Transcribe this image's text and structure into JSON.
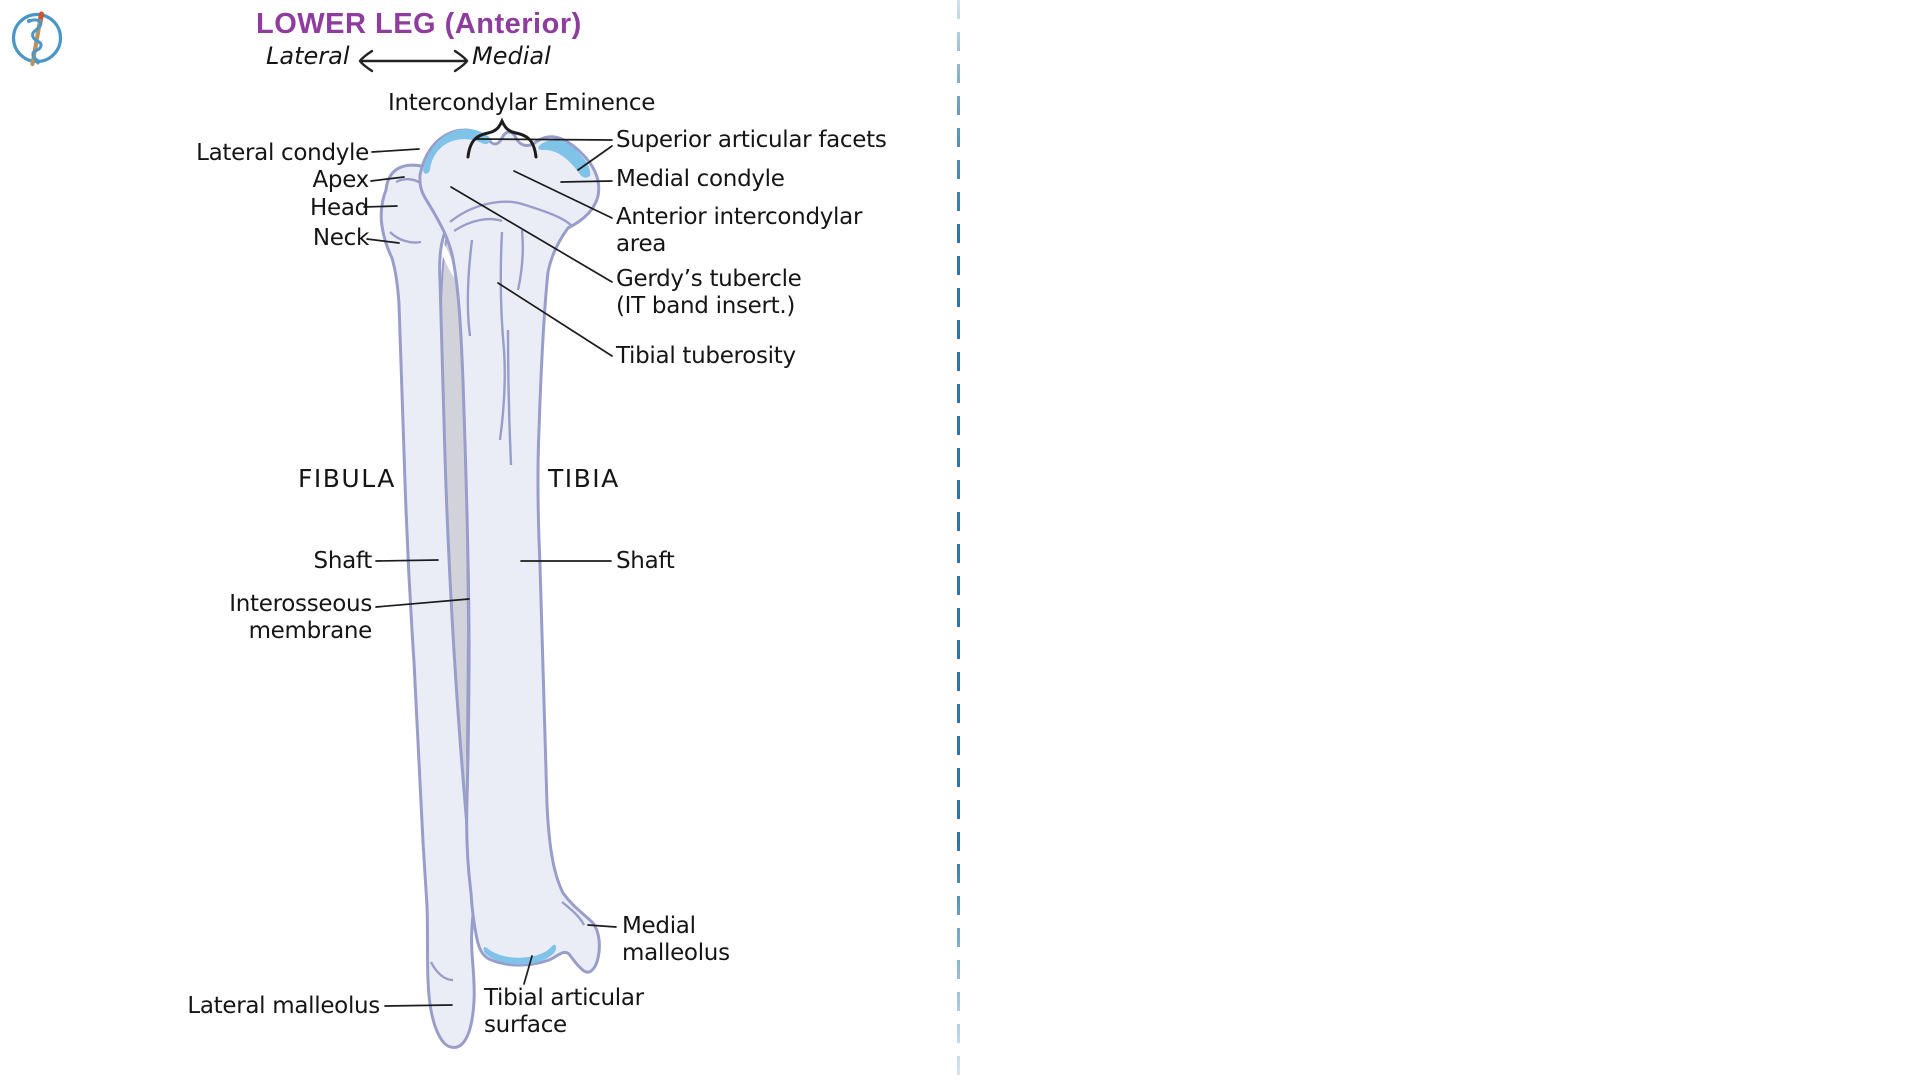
{
  "header": {
    "title": "LOWER LEG (Anterior)"
  },
  "orientation": {
    "left": "Lateral",
    "right": "Medial"
  },
  "bone_names": {
    "left": "FIBULA",
    "right": "TIBIA"
  },
  "labels": {
    "intercondylar_eminence": "Intercondylar Eminence",
    "lateral_condyle": "Lateral condyle",
    "apex": "Apex",
    "head": "Head",
    "neck": "Neck",
    "superior_articular_facets": "Superior articular facets",
    "medial_condyle": "Medial condyle",
    "anterior_intercondylar_area": "Anterior intercondylar\narea",
    "gerdys_tubercle": "Gerdy’s tubercle\n(IT band insert.)",
    "tibial_tuberosity": "Tibial tuberosity",
    "shaft_fibula": "Shaft",
    "shaft_tibia": "Shaft",
    "interosseous_membrane": "Interosseous\nmembrane",
    "lateral_malleolus": "Lateral malleolus",
    "medial_malleolus": "Medial\nmalleolus",
    "tibial_articular_surface": "Tibial articular\nsurface"
  },
  "icons": {
    "logo": "rod-of-asclepius-logo"
  },
  "colors": {
    "title_purple": "#8e3d9e",
    "bone_fill": "#ebedf6",
    "bone_outline": "#999dca",
    "membrane_gray": "#d2d3da",
    "facet_blue": "#7fc3e8",
    "leader_line": "#1c1c1c",
    "separator_blue": "#2e74a4",
    "logo_blue": "#4a96c8"
  }
}
